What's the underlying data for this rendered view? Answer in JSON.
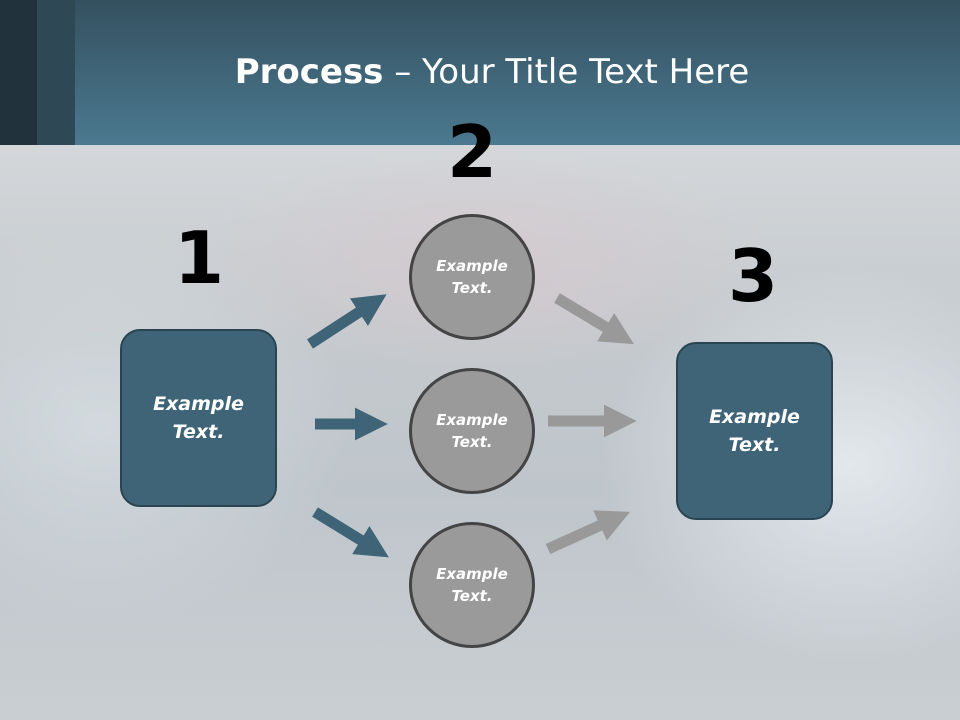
{
  "title": {
    "bold": "Process",
    "rest": " – Your Title Text Here"
  },
  "steps": [
    {
      "number": "1",
      "label": "Example Text."
    },
    {
      "number": "2",
      "items": [
        "Example Text.",
        "Example Text.",
        "Example Text."
      ]
    },
    {
      "number": "3",
      "label": "Example Text."
    }
  ],
  "colors": {
    "header": "#4b7990",
    "box": "#3f6478",
    "circle": "#9a9a9a",
    "arrow_in": "#3f6478",
    "arrow_out": "#999999"
  }
}
